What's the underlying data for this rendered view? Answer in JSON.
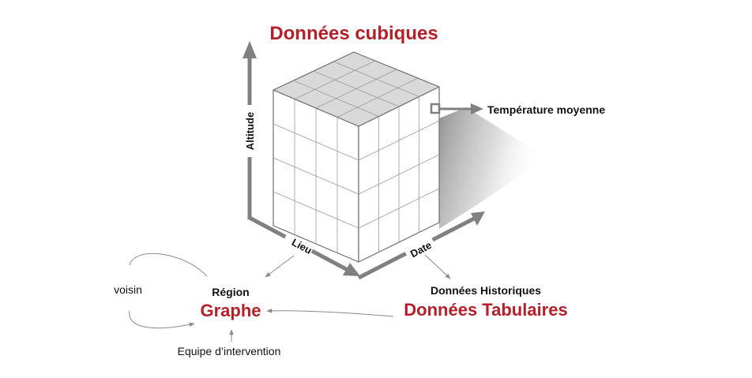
{
  "diagram": {
    "title": "Données cubiques",
    "axes": {
      "vertical": "Altitude",
      "left": "Lieu",
      "right": "Date"
    },
    "cell_callout": "Température moyenne",
    "graph": {
      "super_label": "Région",
      "title": "Graphe",
      "self_loop_label": "voisin",
      "input_label": "Equipe d’intervention"
    },
    "tabular": {
      "super_label": "Données Historiques",
      "title": "Données Tabulaires"
    },
    "colors": {
      "accent_red": "#b3202a",
      "axis_gray": "#808080",
      "cube_top": "#d9d9d9",
      "cube_faces": "#ffffff"
    }
  }
}
